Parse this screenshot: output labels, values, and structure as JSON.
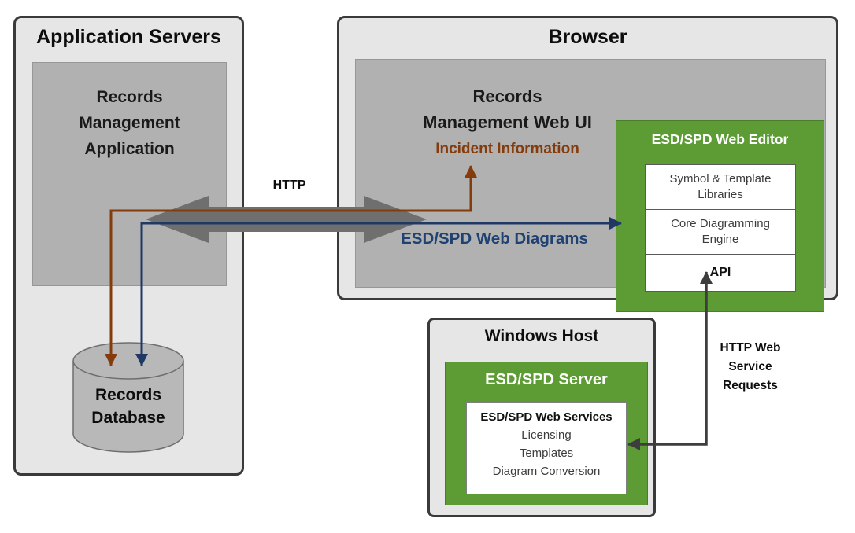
{
  "diagram": {
    "app_servers": {
      "title": "Application Servers",
      "rm_app_lines": [
        "Records",
        "Management",
        "Application"
      ],
      "database_lines": [
        "Records",
        "Database"
      ]
    },
    "browser": {
      "title": "Browser",
      "web_ui_lines": [
        "Records",
        "Management Web UI"
      ],
      "incident_label": "Incident Information",
      "editor": {
        "title": "ESD/SPD Web Editor",
        "modules": [
          {
            "lines": [
              "Symbol & Template",
              "Libraries"
            ]
          },
          {
            "lines": [
              "Core Diagramming",
              "Engine"
            ]
          },
          {
            "lines": [
              "API"
            ]
          }
        ]
      }
    },
    "windows_host": {
      "title": "Windows Host",
      "server": {
        "title": "ESD/SPD Server",
        "services_title": "ESD/SPD Web Services",
        "services": [
          "Licensing",
          "Templates",
          "Diagram Conversion"
        ]
      }
    },
    "connections": {
      "http_label": "HTTP",
      "web_diagrams_label": "ESD/SPD Web Diagrams",
      "http_ws_lines": [
        "HTTP Web",
        "Service",
        "Requests"
      ]
    },
    "colors": {
      "panel_fill": "#e6e6e6",
      "panel_border": "#3a3a3a",
      "inner_gray": "#b1b1b1",
      "green": "#5d9c35",
      "gray_arrow": "#6f6f6f",
      "brown": "#843c0c",
      "navy": "#1f3864",
      "navy_label": "#1f4273",
      "dark_connector": "#3d3d3d"
    }
  }
}
